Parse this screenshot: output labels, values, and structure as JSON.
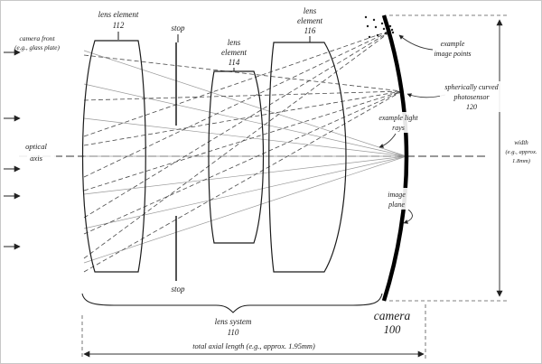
{
  "figure": {
    "camera_front": {
      "l1": "camera front",
      "l2": "(e.g., glass plate)"
    },
    "optical_axis": {
      "l1": "optical",
      "l2": "axis"
    },
    "lens_112": {
      "l1": "lens element",
      "ref": "112"
    },
    "stop_top": "stop",
    "stop_bottom": "stop",
    "lens_114": {
      "l1": "lens",
      "l2": "element",
      "ref": "114"
    },
    "lens_116": {
      "l1": "lens",
      "l2": "element",
      "ref": "116"
    },
    "image_points": {
      "l1": "example",
      "l2": "image points"
    },
    "photosensor": {
      "l1": "spherically curved",
      "l2": "photosensor",
      "ref": "120"
    },
    "light_rays": {
      "l1": "example light",
      "l2": "rays"
    },
    "image_plane": {
      "l1": "image",
      "l2": "plane"
    },
    "width_dim": {
      "l1": "width",
      "l2": "(e.g., approx.",
      "l3": "1.8mm)"
    },
    "lens_system": {
      "l1": "lens system",
      "ref": "110"
    },
    "camera": {
      "l1": "camera",
      "ref": "100"
    },
    "total_axial_length": "total axial length (e.g., approx. 1.95mm)"
  }
}
